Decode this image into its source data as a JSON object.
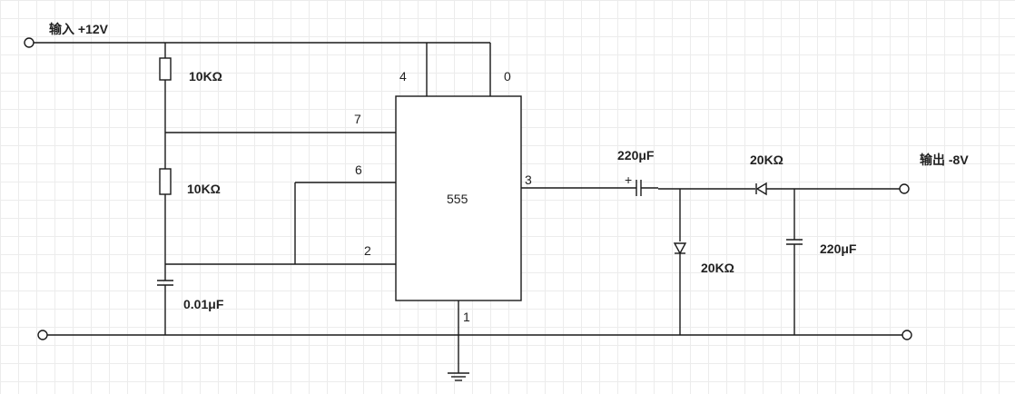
{
  "labels": {
    "input": "输入 +12V",
    "output": "输出 -8V",
    "r1": "10KΩ",
    "r2": "10KΩ",
    "c_timing": "0.01μF",
    "c_coupling": "220μF",
    "c_output": "220μF",
    "d_series": "20KΩ",
    "d_shunt": "20KΩ",
    "chip": "555",
    "plus": "+"
  },
  "pins": {
    "p4": "4",
    "p0": "0",
    "p7": "7",
    "p6": "6",
    "p2": "2",
    "p3": "3",
    "p1": "1"
  }
}
